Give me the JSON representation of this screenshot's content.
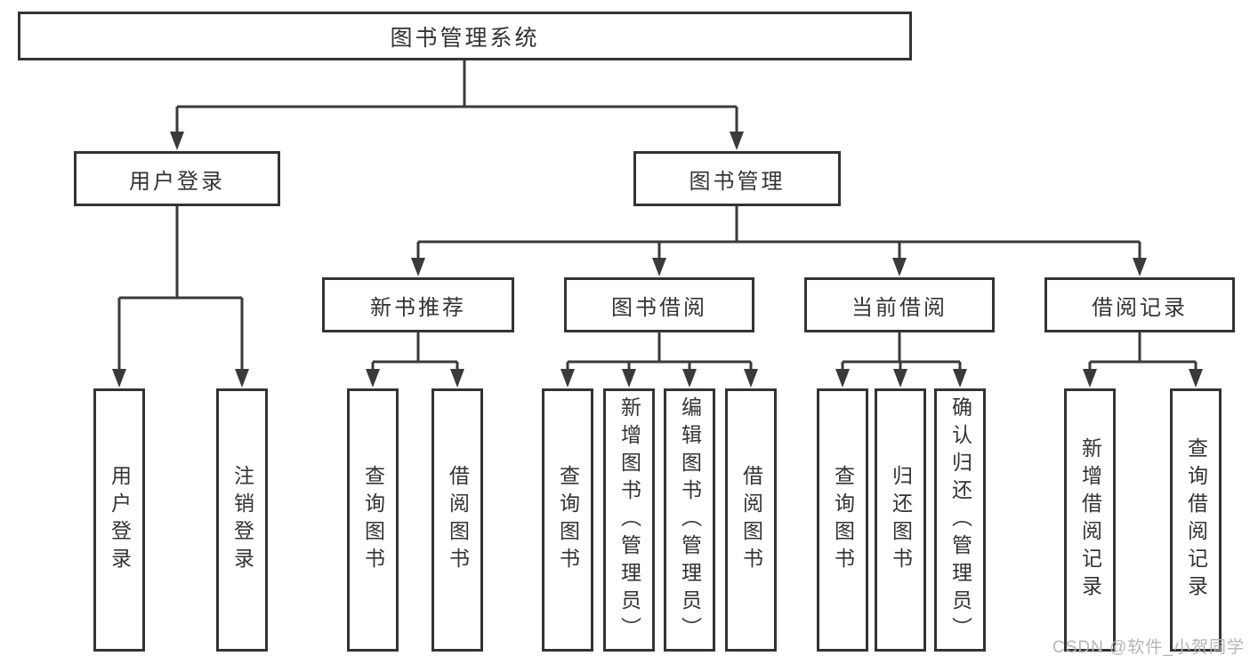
{
  "tree": {
    "label": "图书管理系统",
    "children": [
      {
        "label": "用户登录",
        "children": [
          {
            "label": "用户登录"
          },
          {
            "label": "注销登录"
          }
        ]
      },
      {
        "label": "图书管理",
        "children": [
          {
            "label": "新书推荐",
            "children": [
              {
                "label": "查询图书"
              },
              {
                "label": "借阅图书"
              }
            ]
          },
          {
            "label": "图书借阅",
            "children": [
              {
                "label": "查询图书"
              },
              {
                "label": "新增图书（管理员）"
              },
              {
                "label": "编辑图书（管理员）"
              },
              {
                "label": "借阅图书"
              }
            ]
          },
          {
            "label": "当前借阅",
            "children": [
              {
                "label": "查询图书"
              },
              {
                "label": "归还图书"
              },
              {
                "label": "确认归还（管理员）"
              }
            ]
          },
          {
            "label": "借阅记录",
            "children": [
              {
                "label": "新增借阅记录"
              },
              {
                "label": "查询借阅记录"
              }
            ]
          }
        ]
      }
    ]
  },
  "watermark": "CSDN @软件_小贺同学",
  "colors": {
    "line": "#3a3a3a",
    "border": "#333333",
    "text": "#333333",
    "watermark": "#b5b5b5",
    "background": "#ffffff"
  }
}
